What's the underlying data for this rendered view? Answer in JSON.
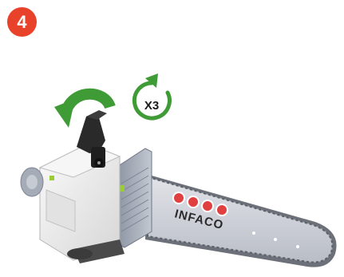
{
  "step": {
    "number": "4",
    "badge_color": "#e8432a"
  },
  "rotation": {
    "arrow_icon": "rotate-counterclockwise-arrow-icon",
    "arrow_color": "#3e9b35",
    "repeat_icon": "circular-repeat-arrow-icon",
    "repeat_label": "X3",
    "repeat_color": "#3e9b35"
  },
  "tool": {
    "name": "chainsaw",
    "brand": "INFACO",
    "bar_color": "#c9ccd4",
    "body_color": "#eeeeee",
    "motor_color": "#a9b0bd",
    "dot_color": "#e04040"
  }
}
